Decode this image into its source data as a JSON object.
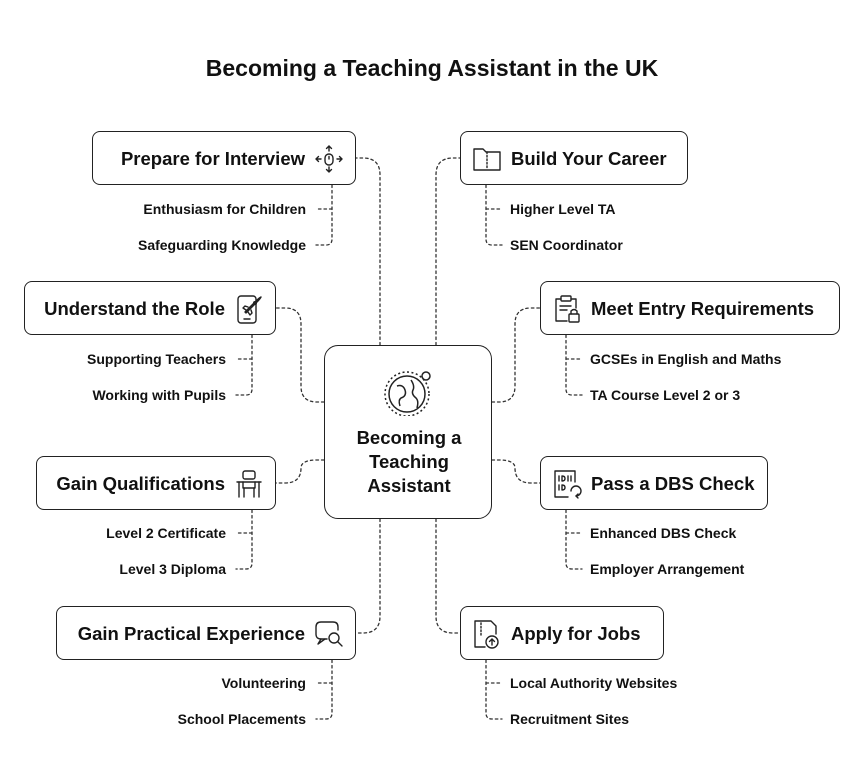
{
  "title": "Becoming a Teaching Assistant in the UK",
  "center": {
    "lines": [
      "Becoming a",
      "Teaching",
      "Assistant"
    ],
    "icon": "globe-icon"
  },
  "branches": {
    "interview": {
      "label": "Prepare for Interview",
      "icon": "move-arrows-icon",
      "items": [
        "Enthusiasm for Children",
        "Safeguarding Knowledge"
      ]
    },
    "role": {
      "label": "Understand the Role",
      "icon": "rocket-phone-icon",
      "items": [
        "Supporting Teachers",
        "Working with Pupils"
      ]
    },
    "qualifications": {
      "label": "Gain Qualifications",
      "icon": "desk-chair-icon",
      "items": [
        "Level 2 Certificate",
        "Level 3 Diploma"
      ]
    },
    "experience": {
      "label": "Gain Practical Experience",
      "icon": "chat-search-icon",
      "items": [
        "Volunteering",
        "School Placements"
      ]
    },
    "career": {
      "label": "Build Your Career",
      "icon": "folder-icon",
      "items": [
        "Higher Level TA",
        "SEN Coordinator"
      ]
    },
    "requirements": {
      "label": "Meet Entry Requirements",
      "icon": "clipboard-lock-icon",
      "items": [
        "GCSEs in English and Maths",
        "TA Course Level 2 or 3"
      ]
    },
    "dbs": {
      "label": "Pass a DBS Check",
      "icon": "binary-refresh-icon",
      "items": [
        "Enhanced DBS Check",
        "Employer Arrangement"
      ]
    },
    "jobs": {
      "label": "Apply for Jobs",
      "icon": "file-upload-icon",
      "items": [
        "Local Authority Websites",
        "Recruitment Sites"
      ]
    }
  }
}
